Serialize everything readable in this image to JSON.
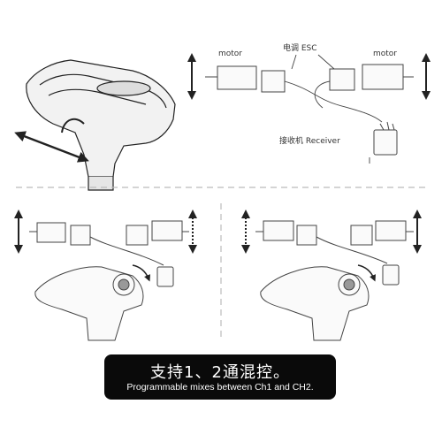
{
  "labels": {
    "motor_left": "motor",
    "motor_right": "motor",
    "esc": "电调 ESC",
    "receiver": "接收机 Receiver"
  },
  "caption": {
    "line_cn": "支持1、2通混控。",
    "line_en": "Programmable mixes between Ch1 and CH2."
  },
  "colors": {
    "line": "#444444",
    "caption_background": "#0a0a0a",
    "caption_text": "#ffffff"
  }
}
